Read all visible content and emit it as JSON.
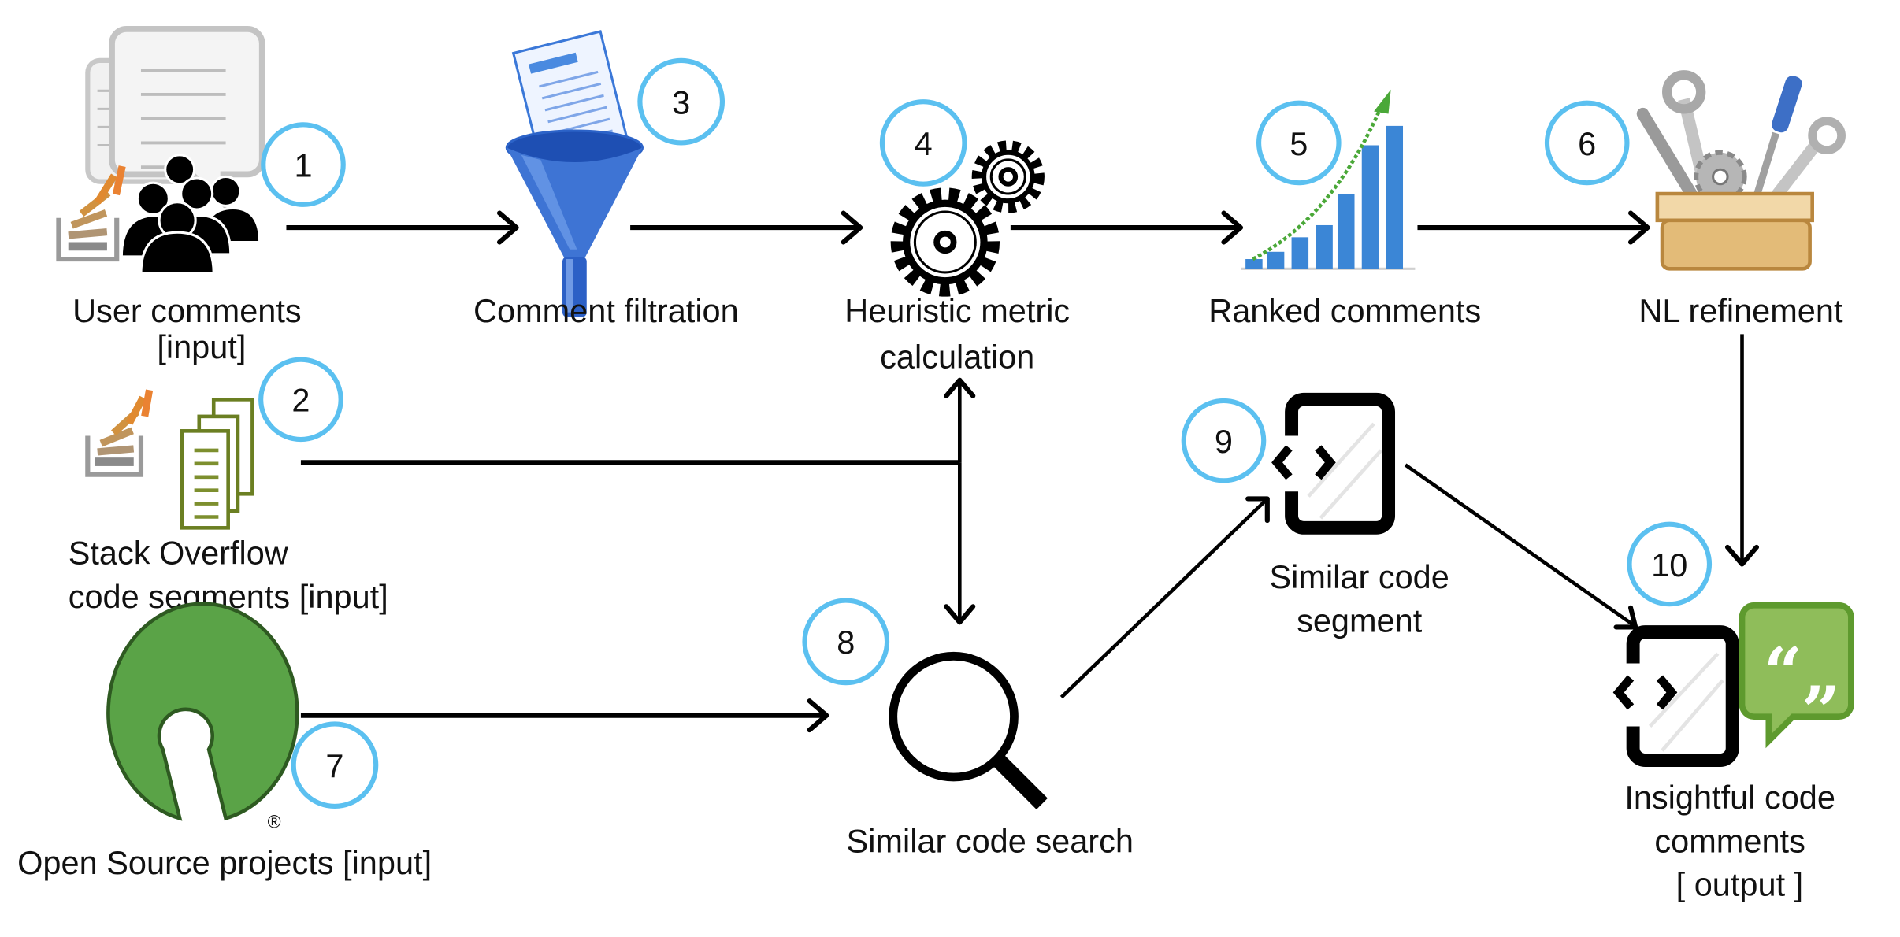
{
  "diagram": {
    "nodes": [
      {
        "id": 1,
        "badge": "1",
        "label_lines": [
          "User comments",
          "[input]"
        ],
        "icon": "user-comments-icon"
      },
      {
        "id": 2,
        "badge": "2",
        "label_lines": [
          "Stack Overflow",
          "code segments [input]"
        ],
        "icon": "stack-overflow-documents-icon"
      },
      {
        "id": 3,
        "badge": "3",
        "label_lines": [
          "Comment filtration"
        ],
        "icon": "funnel-icon"
      },
      {
        "id": 4,
        "badge": "4",
        "label_lines": [
          "Heuristic metric",
          "calculation"
        ],
        "icon": "gears-icon"
      },
      {
        "id": 5,
        "badge": "5",
        "label_lines": [
          "Ranked comments"
        ],
        "icon": "bar-chart-icon"
      },
      {
        "id": 6,
        "badge": "6",
        "label_lines": [
          "NL refinement"
        ],
        "icon": "toolbox-icon"
      },
      {
        "id": 7,
        "badge": "7",
        "label_lines": [
          "Open Source projects [input]"
        ],
        "icon": "open-source-icon"
      },
      {
        "id": 8,
        "badge": "8",
        "label_lines": [
          "Similar code search"
        ],
        "icon": "magnifier-icon"
      },
      {
        "id": 9,
        "badge": "9",
        "label_lines": [
          "Similar code segment"
        ],
        "icon": "code-file-icon"
      },
      {
        "id": 10,
        "badge": "10",
        "label_lines": [
          "Insightful code",
          "comments",
          "[ output ]"
        ],
        "icon": "code-file-quote-icon"
      }
    ],
    "edges": [
      {
        "from": 1,
        "to": 3
      },
      {
        "from": 3,
        "to": 4
      },
      {
        "from": 4,
        "to": 5
      },
      {
        "from": 5,
        "to": 6
      },
      {
        "from": 6,
        "to": 10
      },
      {
        "from": 2,
        "to": 4
      },
      {
        "from": 2,
        "to": 8
      },
      {
        "from": 7,
        "to": 8
      },
      {
        "from": 8,
        "to": 9
      },
      {
        "from": 9,
        "to": 10
      }
    ],
    "colors": {
      "badge_ring": "#5bc0f0",
      "arrow": "#000000",
      "open_source_green": "#5aa347",
      "quote_green": "#8fbd5a",
      "chart_blue": "#3b86d6",
      "funnel_blue": "#2a5fc4"
    },
    "registered_mark": "®",
    "quote_glyph": "“„"
  }
}
